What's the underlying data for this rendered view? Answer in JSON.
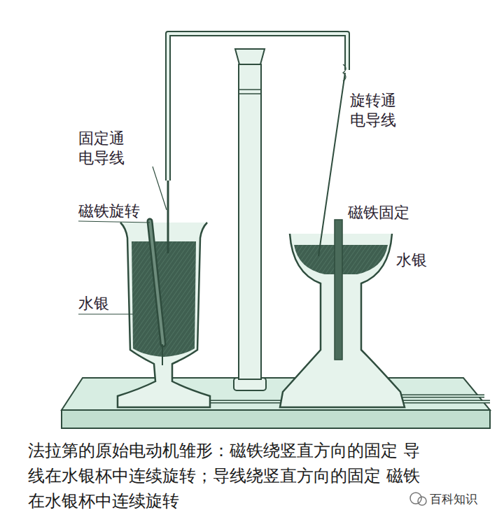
{
  "diagram": {
    "caption": "法拉第的原始电动机雏形：磁铁绕竖直方向的固定 导线在水银杯中连续旋转；导线绕竖直方向的固定 磁铁在水银杯中连续旋转",
    "labels": [
      "固定通 电导线",
      "磁铁旋转",
      "水银",
      "旋转通 电导线",
      "磁铁固定",
      "水银",
      "百科知识"
    ]
  }
}
